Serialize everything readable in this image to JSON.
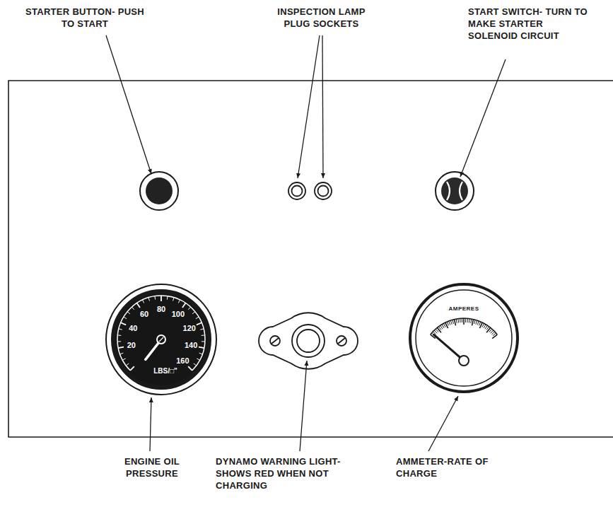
{
  "diagram": {
    "nodes": [
      {
        "text": [
          "20",
          "40",
          "60",
          "80",
          "100",
          "120",
          "140",
          "160",
          "LBS/□\""
        ]
      },
      {
        "text": [
          "AMPERES"
        ]
      }
    ],
    "labels": [
      "STARTER BUTTON- PUSH TO START",
      "INSPECTION LAMP PLUG SOCKETS",
      "START SWITCH- TURN TO MAKE STARTER SOLENOID CIRCUIT",
      "ENGINE OIL PRESSURE",
      "DYNAMO WARNING LIGHT-SHOWS RED WHEN NOT CHARGING",
      "AMMETER-RATE OF CHARGE"
    ]
  }
}
